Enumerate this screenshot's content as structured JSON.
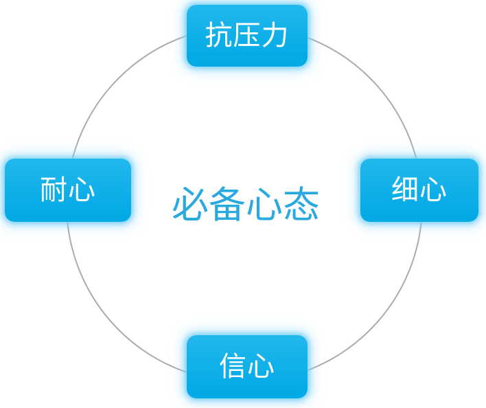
{
  "diagram": {
    "type": "radial-cycle",
    "center_label": "必备心态",
    "nodes": [
      {
        "position": "top",
        "label": "抗压力"
      },
      {
        "position": "right",
        "label": "细心"
      },
      {
        "position": "bottom",
        "label": "信心"
      },
      {
        "position": "left",
        "label": "耐心"
      }
    ],
    "colors": {
      "background": "#ffffff",
      "node_fill": "#04aae6",
      "node_fill_light": "#22b8ed",
      "node_glow": "#8cd7f8",
      "node_text": "#ffffff",
      "center_text": "#29a9e0",
      "circle_stroke": "#ababab"
    }
  }
}
